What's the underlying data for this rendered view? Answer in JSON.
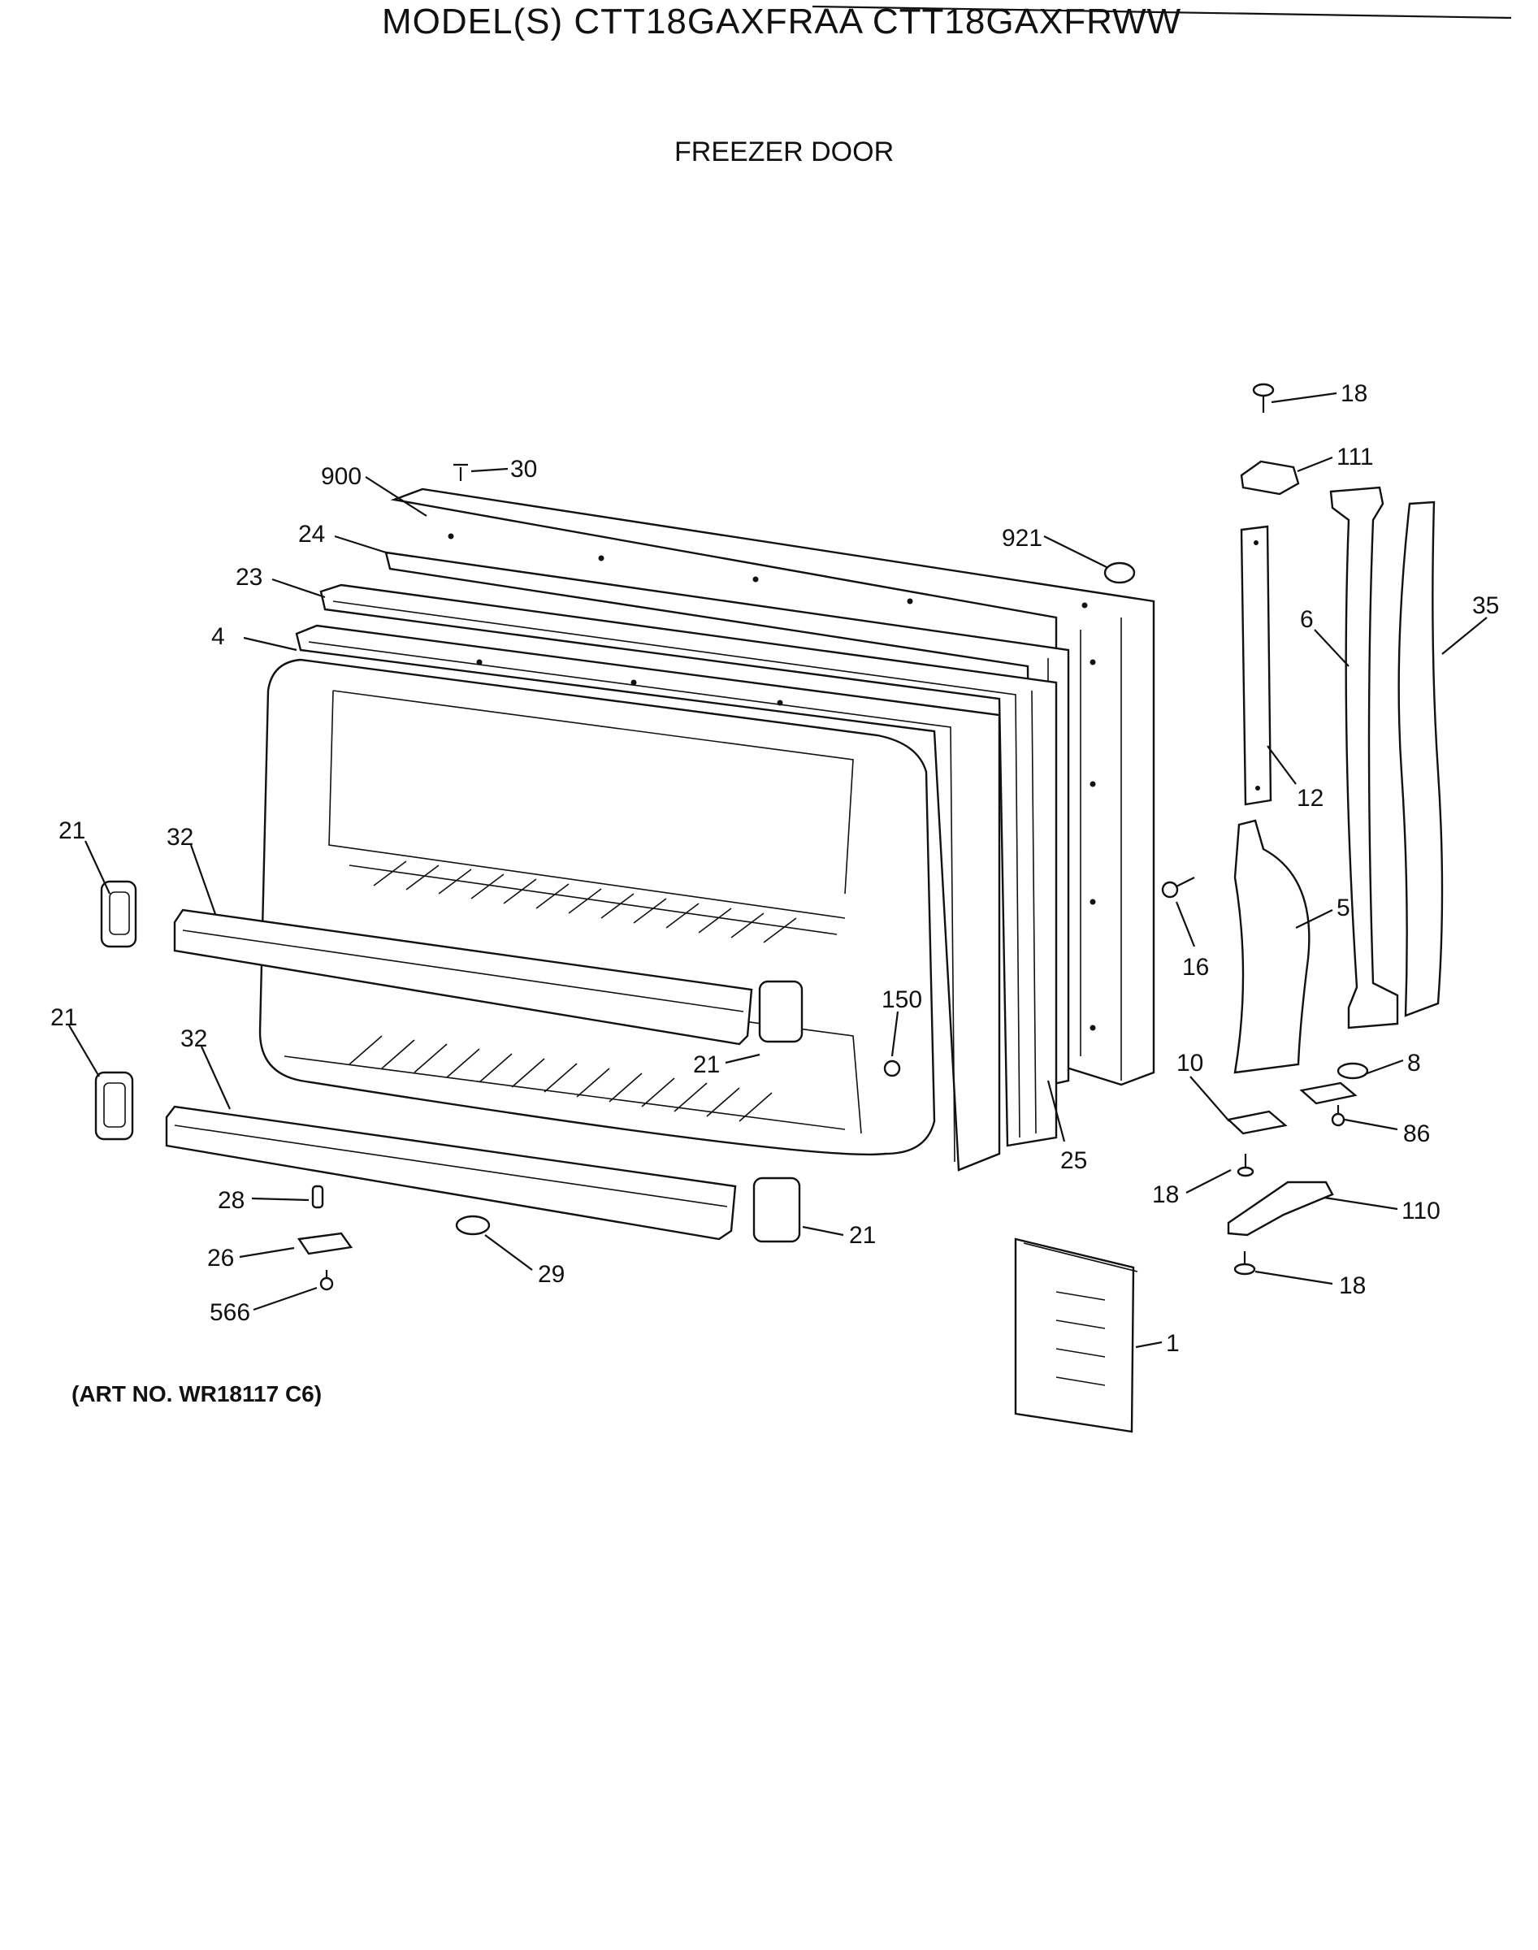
{
  "header": {
    "title": "MODEL(S) CTT18GAXFRAA  CTT18GAXFRWW",
    "subtitle": "FREEZER DOOR"
  },
  "footer": {
    "art_number": "(ART NO. WR18117 C6)"
  },
  "callouts": [
    "18",
    "111",
    "30",
    "900",
    "24",
    "921",
    "23",
    "4",
    "35",
    "6",
    "12",
    "21",
    "32",
    "5",
    "16",
    "21",
    "32",
    "150",
    "21",
    "10",
    "8",
    "86",
    "25",
    "18",
    "110",
    "28",
    "21",
    "26",
    "29",
    "18",
    "566",
    "1"
  ]
}
